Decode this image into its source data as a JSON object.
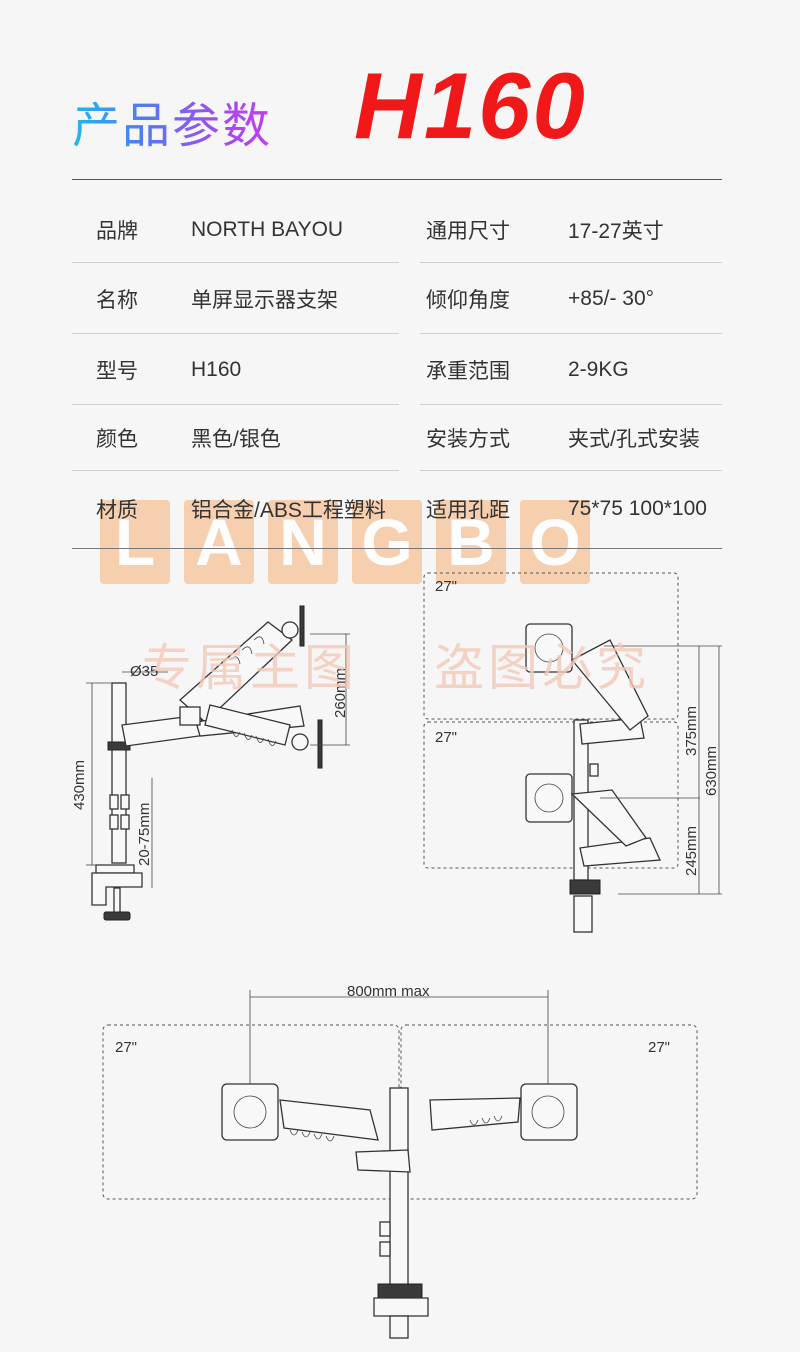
{
  "header": {
    "title": "产品参数",
    "model": "H160"
  },
  "specs": [
    {
      "k1": "品牌",
      "v1": "NORTH BAYOU",
      "k2": "通用尺寸",
      "v2": "17-27英寸"
    },
    {
      "k1": "名称",
      "v1": "单屏显示器支架",
      "k2": "倾仰角度",
      "v2": "+85/- 30°"
    },
    {
      "k1": "型号",
      "v1": "H160",
      "k2": "承重范围",
      "v2": "2-9KG"
    },
    {
      "k1": "颜色",
      "v1": "黑色/银色",
      "k2": "安装方式",
      "v2": "夹式/孔式安装"
    },
    {
      "k1": "材质",
      "v1": "铝合金/ABS工程塑料",
      "k2": "适用孔距",
      "v2": "75*75 100*100"
    }
  ],
  "watermark": {
    "letters": [
      "L",
      "A",
      "N",
      "G",
      "B",
      "O"
    ],
    "left": "专属主图",
    "right": "盗图必究"
  },
  "diagram1": {
    "pole_diameter": "Ø35",
    "pole_height": "430mm",
    "clamp_range": "20-75mm",
    "tilt_span": "260mm"
  },
  "diagram2": {
    "screen_top": "27\"",
    "screen_bottom": "27\"",
    "upper": "375mm",
    "total": "630mm",
    "lower": "245mm"
  },
  "diagram3": {
    "span": "800mm max",
    "screen_left": "27\"",
    "screen_right": "27\""
  }
}
